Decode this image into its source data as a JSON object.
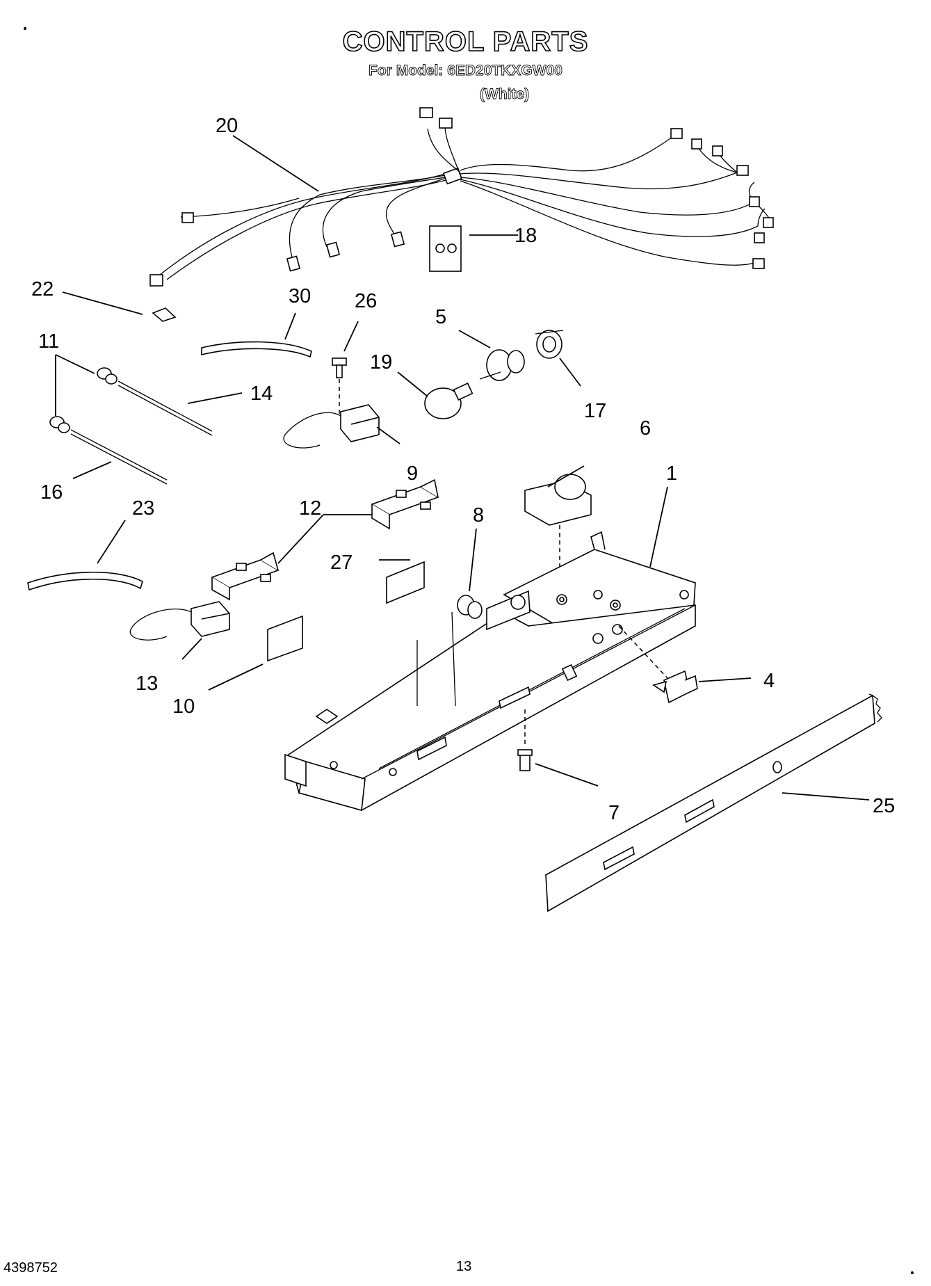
{
  "header": {
    "title": "CONTROL PARTS",
    "model_line": "For Model: 6ED20TKXGW00",
    "color": "(White)"
  },
  "footer": {
    "doc_number": "4398752",
    "page_number": "13"
  },
  "callouts": {
    "p1": "1",
    "p4": "4",
    "p5": "5",
    "p6": "6",
    "p7": "7",
    "p8": "8",
    "p9": "9",
    "p10": "10",
    "p11": "11",
    "p12": "12",
    "p13": "13",
    "p14": "14",
    "p16": "16",
    "p17": "17",
    "p18": "18",
    "p19": "19",
    "p20": "20",
    "p22": "22",
    "p23": "23",
    "p25": "25",
    "p26": "26",
    "p27": "27",
    "p30": "30"
  }
}
